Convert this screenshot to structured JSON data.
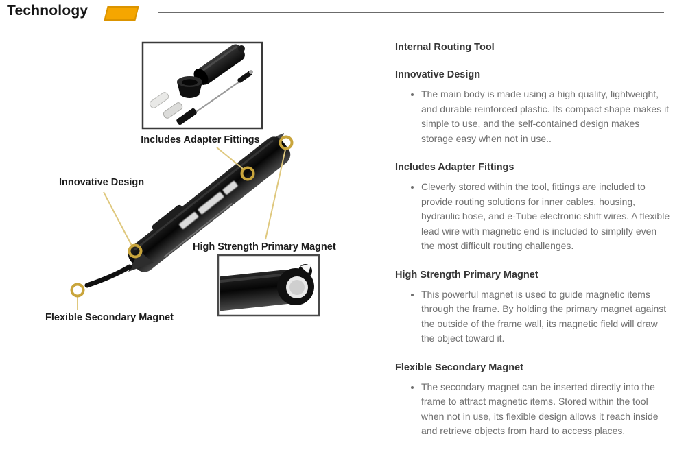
{
  "header": {
    "title": "Technology",
    "accent_color": "#F5A600",
    "rule_color": "#6b6b6b"
  },
  "diagram": {
    "callout_ring_color": "#C9A53C",
    "callout_line_color": "#DFC87E",
    "labels": {
      "adapter": "Includes Adapter Fittings",
      "innovative": "Innovative Design",
      "primary_magnet": "High Strength Primary Magnet",
      "secondary_magnet": "Flexible Secondary Magnet"
    }
  },
  "content": {
    "title": "Internal Routing Tool",
    "sections": [
      {
        "heading": "Innovative Design",
        "bullets": [
          "The main body is made using a high quality, lightweight, and durable reinforced plastic. Its compact shape makes it simple to use, and the self-contained design makes storage easy when not in use.."
        ]
      },
      {
        "heading": "Includes Adapter Fittings",
        "bullets": [
          "Cleverly stored within the tool, fittings are included to provide routing solutions for inner cables, housing, hydraulic hose, and e-Tube electronic shift wires. A flexible lead wire with magnetic end is included to simplify even the most difficult routing challenges."
        ]
      },
      {
        "heading": "High Strength Primary Magnet",
        "bullets": [
          "This powerful magnet is used to guide magnetic items through the frame. By holding the primary magnet against the outside of the frame wall, its magnetic field will draw the object toward it."
        ]
      },
      {
        "heading": "Flexible Secondary Magnet",
        "bullets": [
          "The secondary magnet can be inserted directly into the frame to attract magnetic items. Stored within the tool when not in use, its flexible design allows it reach inside and retrieve objects from hard to access places."
        ]
      }
    ]
  }
}
